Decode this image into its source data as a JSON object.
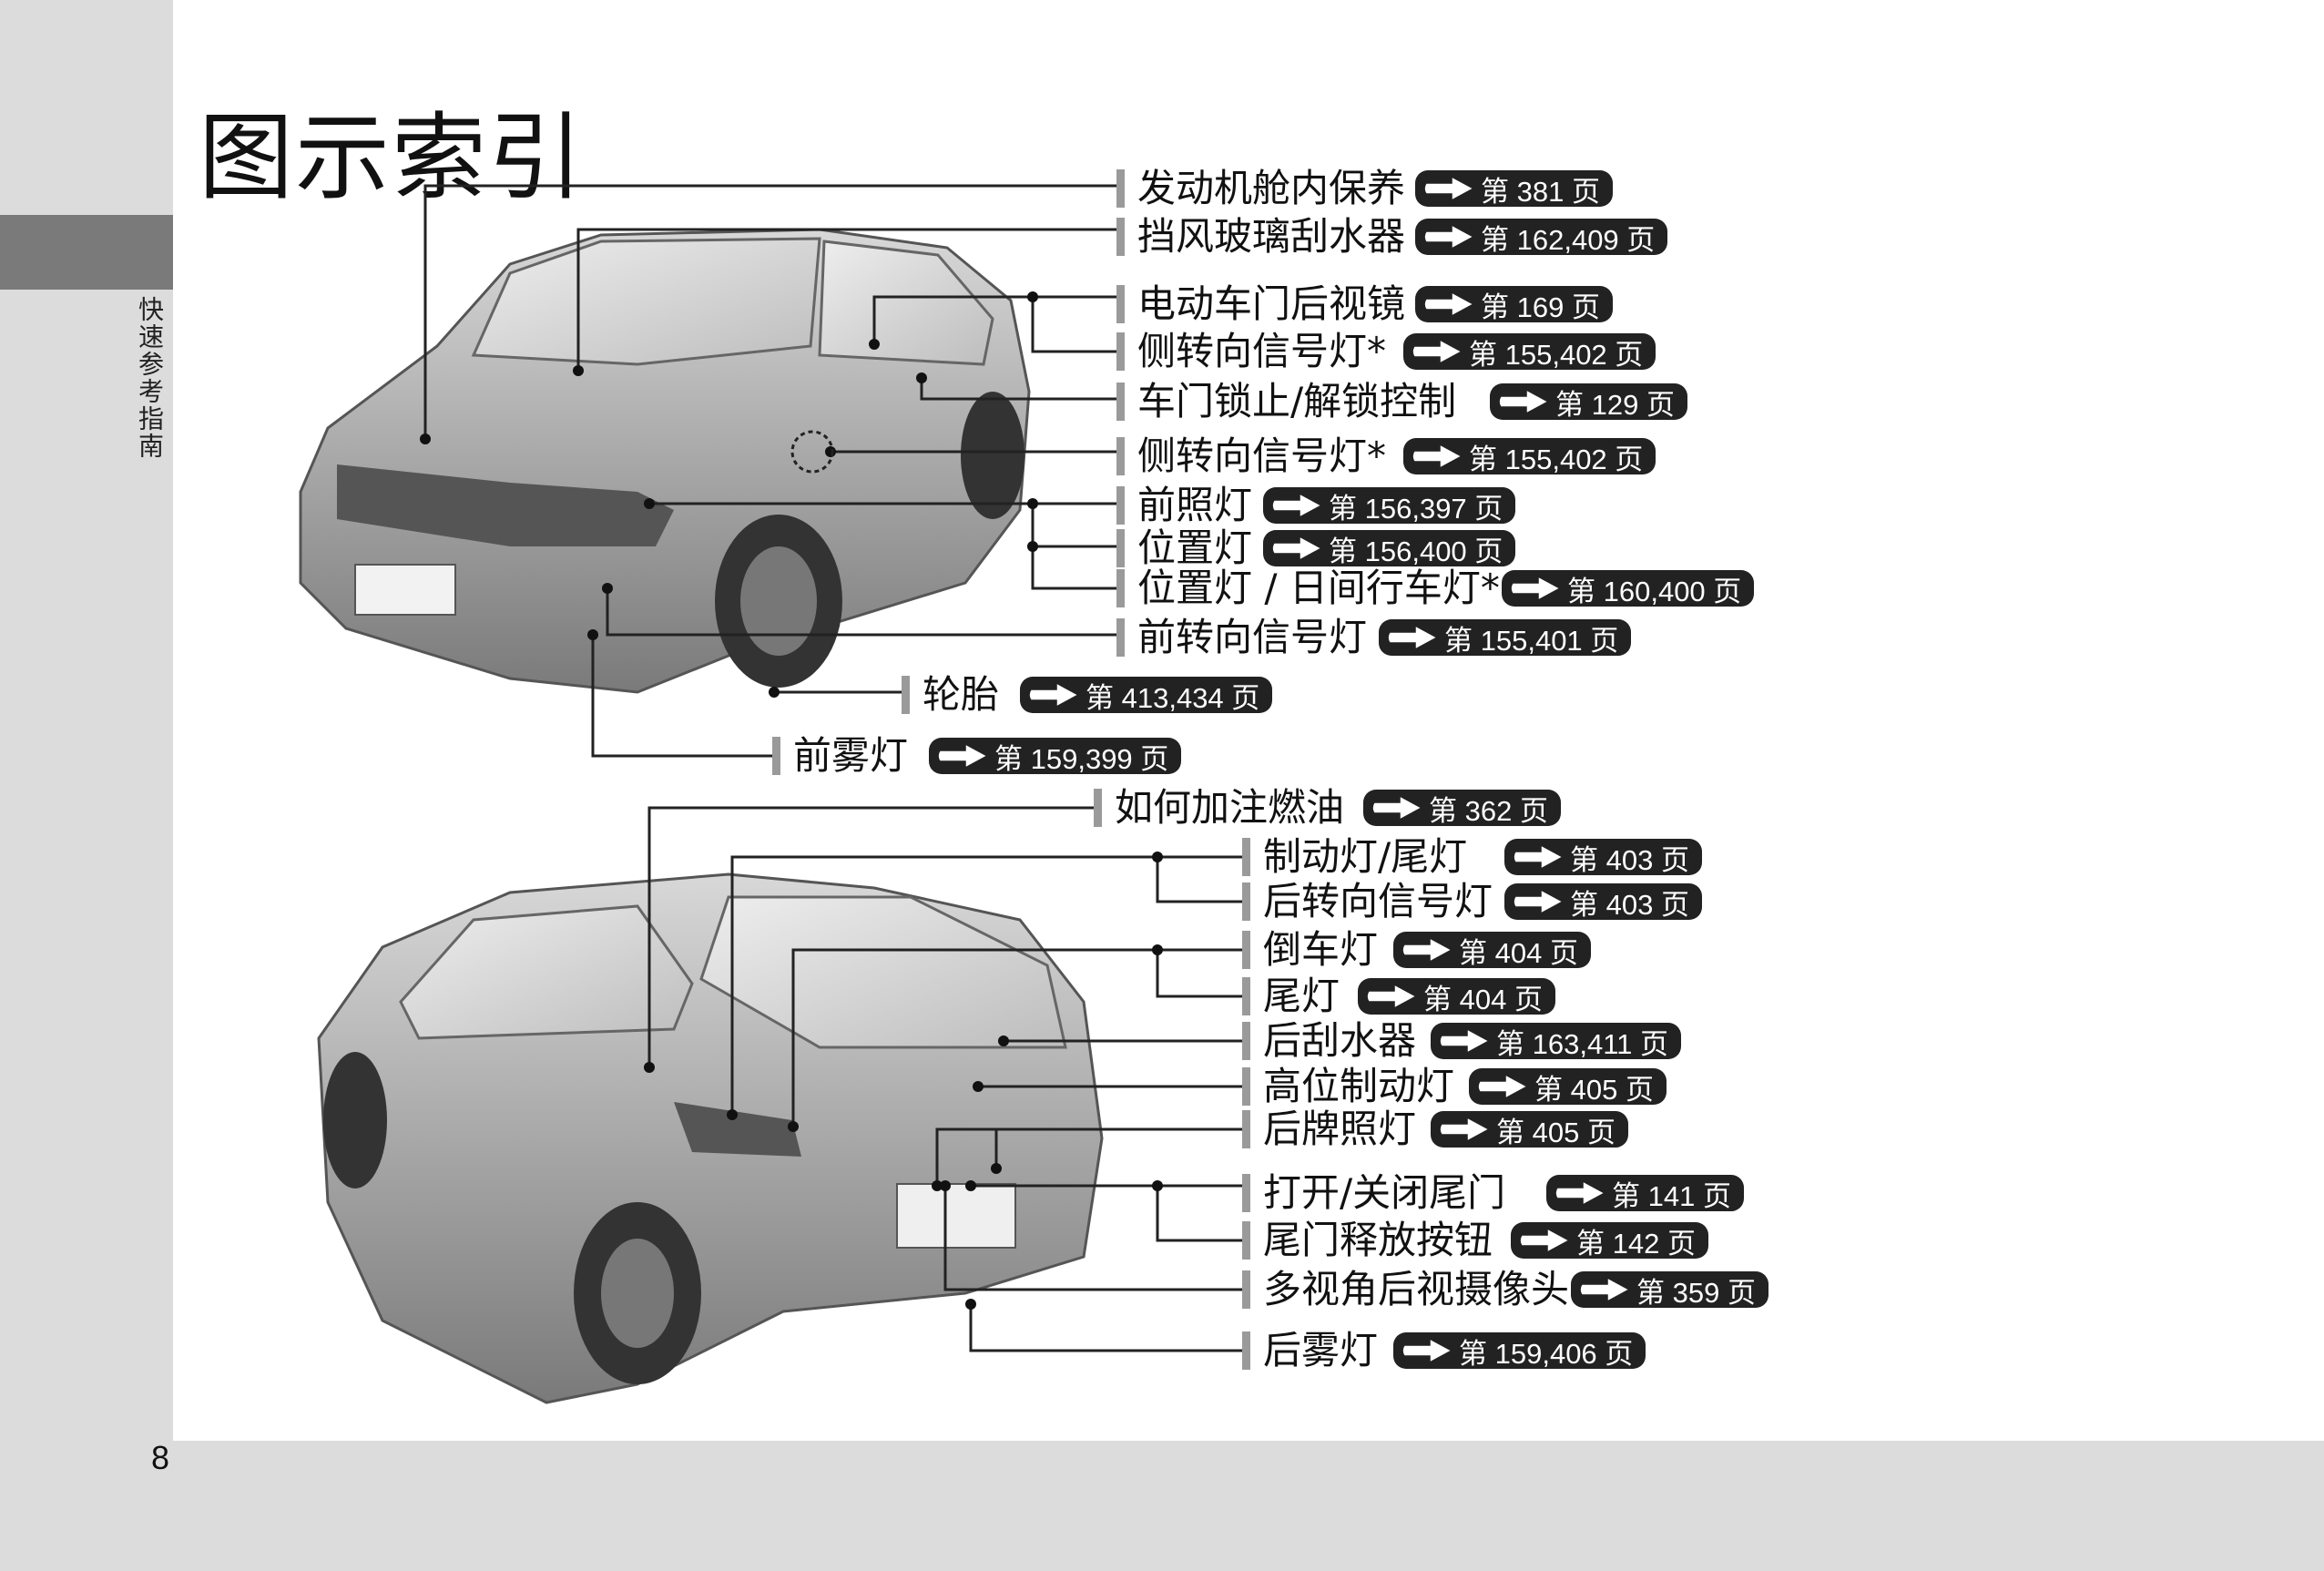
{
  "page": {
    "title": "图示索引",
    "side_tab": "快速参考指南",
    "page_number": "8"
  },
  "front_items": [
    {
      "label": "发动机舱内保养",
      "ref": "第 381 页"
    },
    {
      "label": "挡风玻璃刮水器",
      "ref": "第 162,409 页"
    },
    {
      "label": "电动车门后视镜",
      "ref": "第 169 页"
    },
    {
      "label": "侧转向信号灯*",
      "ref": "第 155,402 页"
    },
    {
      "label": "车门锁止/解锁控制",
      "ref": "第 129 页"
    },
    {
      "label": "侧转向信号灯*",
      "ref": "第 155,402 页"
    },
    {
      "label": "前照灯",
      "ref": "第 156,397 页"
    },
    {
      "label": "位置灯",
      "ref": "第 156,400 页"
    },
    {
      "label": "位置灯 / 日间行车灯*",
      "ref": "第 160,400 页"
    },
    {
      "label": "前转向信号灯",
      "ref": "第 155,401 页"
    },
    {
      "label": "轮胎",
      "ref": "第 413,434 页"
    },
    {
      "label": "前雾灯",
      "ref": "第 159,399 页"
    }
  ],
  "rear_items": [
    {
      "label": "如何加注燃油",
      "ref": "第 362 页"
    },
    {
      "label": "制动灯/尾灯",
      "ref": "第 403 页"
    },
    {
      "label": "后转向信号灯",
      "ref": "第 403 页"
    },
    {
      "label": "倒车灯",
      "ref": "第 404 页"
    },
    {
      "label": "尾灯",
      "ref": "第 404 页"
    },
    {
      "label": "后刮水器",
      "ref": "第 163,411 页"
    },
    {
      "label": "高位制动灯",
      "ref": "第 405 页"
    },
    {
      "label": "后牌照灯",
      "ref": "第 405 页"
    },
    {
      "label": "打开/关闭尾门",
      "ref": "第 141 页"
    },
    {
      "label": "尾门释放按钮",
      "ref": "第 142 页"
    },
    {
      "label": "多视角后视摄像头",
      "ref": "第 359 页"
    },
    {
      "label": "后雾灯",
      "ref": "第 159,406 页"
    }
  ],
  "icons": {
    "page_ref": "arrow-right-icon"
  },
  "colors": {
    "pill": "#222222",
    "bar": "#9a9a9a",
    "strip": "#dcdcdc",
    "tab": "#7a7a7a"
  }
}
